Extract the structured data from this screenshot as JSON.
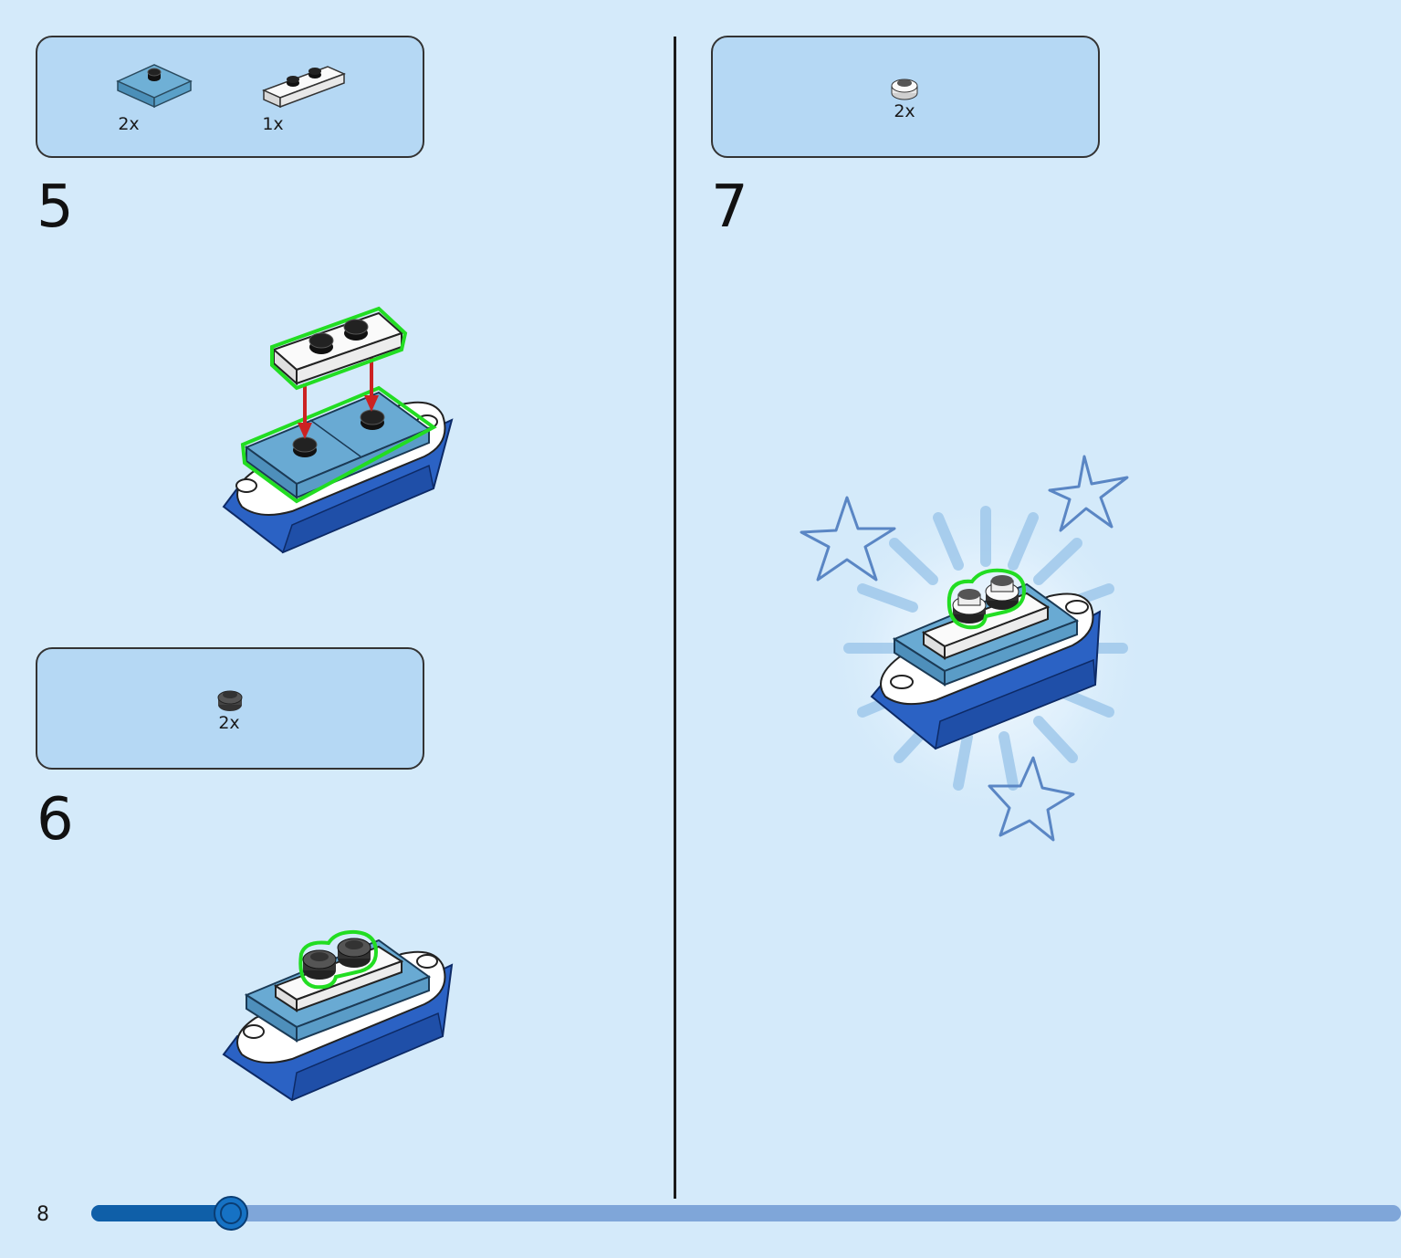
{
  "page_number": "8",
  "steps": [
    {
      "number": "5",
      "parts": [
        {
          "qty": "2x",
          "icon": "light-blue-jumper-plate-icon"
        },
        {
          "qty": "1x",
          "icon": "white-plate-1x3-icon"
        }
      ]
    },
    {
      "number": "6",
      "parts": [
        {
          "qty": "2x",
          "icon": "dark-grey-round-plate-icon"
        }
      ]
    },
    {
      "number": "7",
      "parts": [
        {
          "qty": "2x",
          "icon": "white-round-plate-icon"
        }
      ]
    }
  ],
  "progress": {
    "value": 0.1,
    "fill_color": "#0f5fa8",
    "track_color": "#7fa6d9"
  },
  "colors": {
    "background": "#d4eafa",
    "parts_box": "#b5d8f4",
    "highlight": "#22dd22",
    "arrow": "#cc2222",
    "hull": "#2b62c4"
  }
}
